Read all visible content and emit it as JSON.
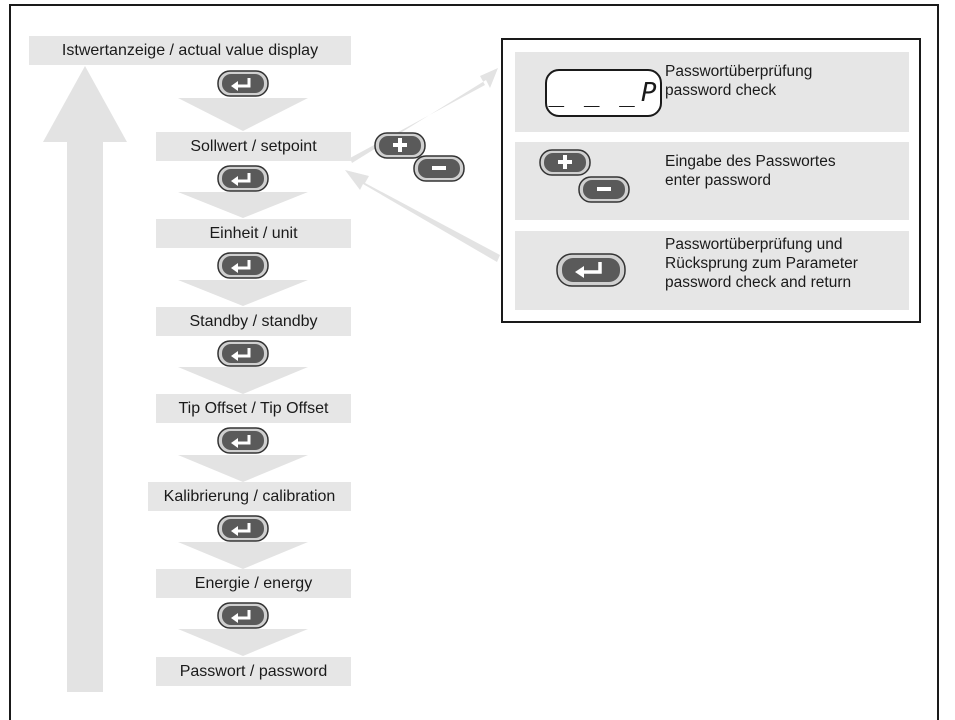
{
  "steps": [
    {
      "label": "Istwertanzeige / actual value display"
    },
    {
      "label": "Sollwert / setpoint"
    },
    {
      "label": "Einheit / unit"
    },
    {
      "label": "Standby / standby"
    },
    {
      "label": "Tip Offset / Tip Offset"
    },
    {
      "label": "Kalibrierung / calibration"
    },
    {
      "label": "Energie / energy"
    },
    {
      "label": "Passwort / password"
    }
  ],
  "panel": {
    "row1": {
      "line1": "Passwortüberprüfung",
      "line2": "password check",
      "lcd_blanks": "_ _ _",
      "lcd_char": "P"
    },
    "row2": {
      "line1": "Eingabe des Passwortes",
      "line2": "enter password"
    },
    "row3": {
      "line1": "Passwortüberprüfung und",
      "line2": "Rücksprung zum Parameter",
      "line3": "password check and return"
    }
  },
  "icons": {
    "enter": "enter-key-icon",
    "plus": "plus-key-icon",
    "minus": "minus-key-icon"
  },
  "colors": {
    "arrow": "#e3e3e3",
    "label_bg": "#e6e6e6",
    "key": "#555555"
  }
}
